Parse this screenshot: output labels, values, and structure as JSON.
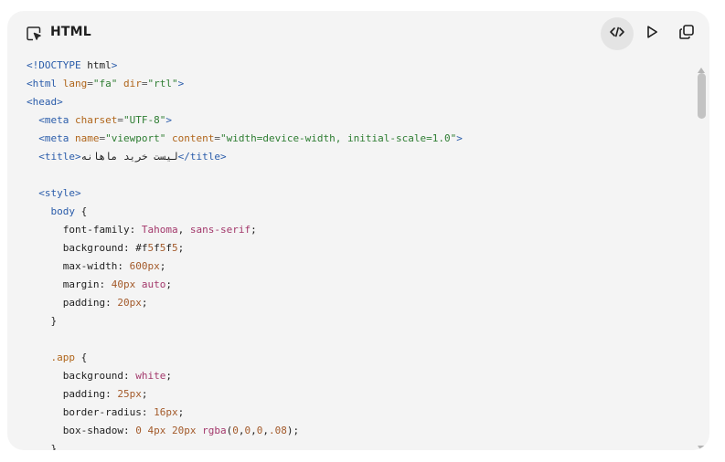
{
  "header": {
    "title": "HTML",
    "title_icon": "select-cursor-icon",
    "buttons": [
      {
        "name": "code-view-button",
        "icon": "code-icon",
        "active": true
      },
      {
        "name": "run-button",
        "icon": "play-icon",
        "active": false
      },
      {
        "name": "copy-button",
        "icon": "copy-icon",
        "active": false
      }
    ]
  },
  "code_lines": [
    "<!DOCTYPE html>",
    "<html lang=\"fa\" dir=\"rtl\">",
    "<head>",
    "  <meta charset=\"UTF-8\">",
    "  <meta name=\"viewport\" content=\"width=device-width, initial-scale=1.0\">",
    "  <title>لیست خرید ماهانه</title>",
    "",
    "  <style>",
    "    body {",
    "      font-family: Tahoma, sans-serif;",
    "      background: #f5f5f5;",
    "      max-width: 600px;",
    "      margin: 40px auto;",
    "      padding: 20px;",
    "    }",
    "",
    "    .app {",
    "      background: white;",
    "      padding: 25px;",
    "      border-radius: 16px;",
    "      box-shadow: 0 4px 20px rgba(0,0,0,.08);",
    "    }"
  ],
  "colors": {
    "card_bg": "#f4f4f4",
    "tag": "#2a5caa",
    "attr": "#b0651a",
    "string": "#2e7d32"
  }
}
